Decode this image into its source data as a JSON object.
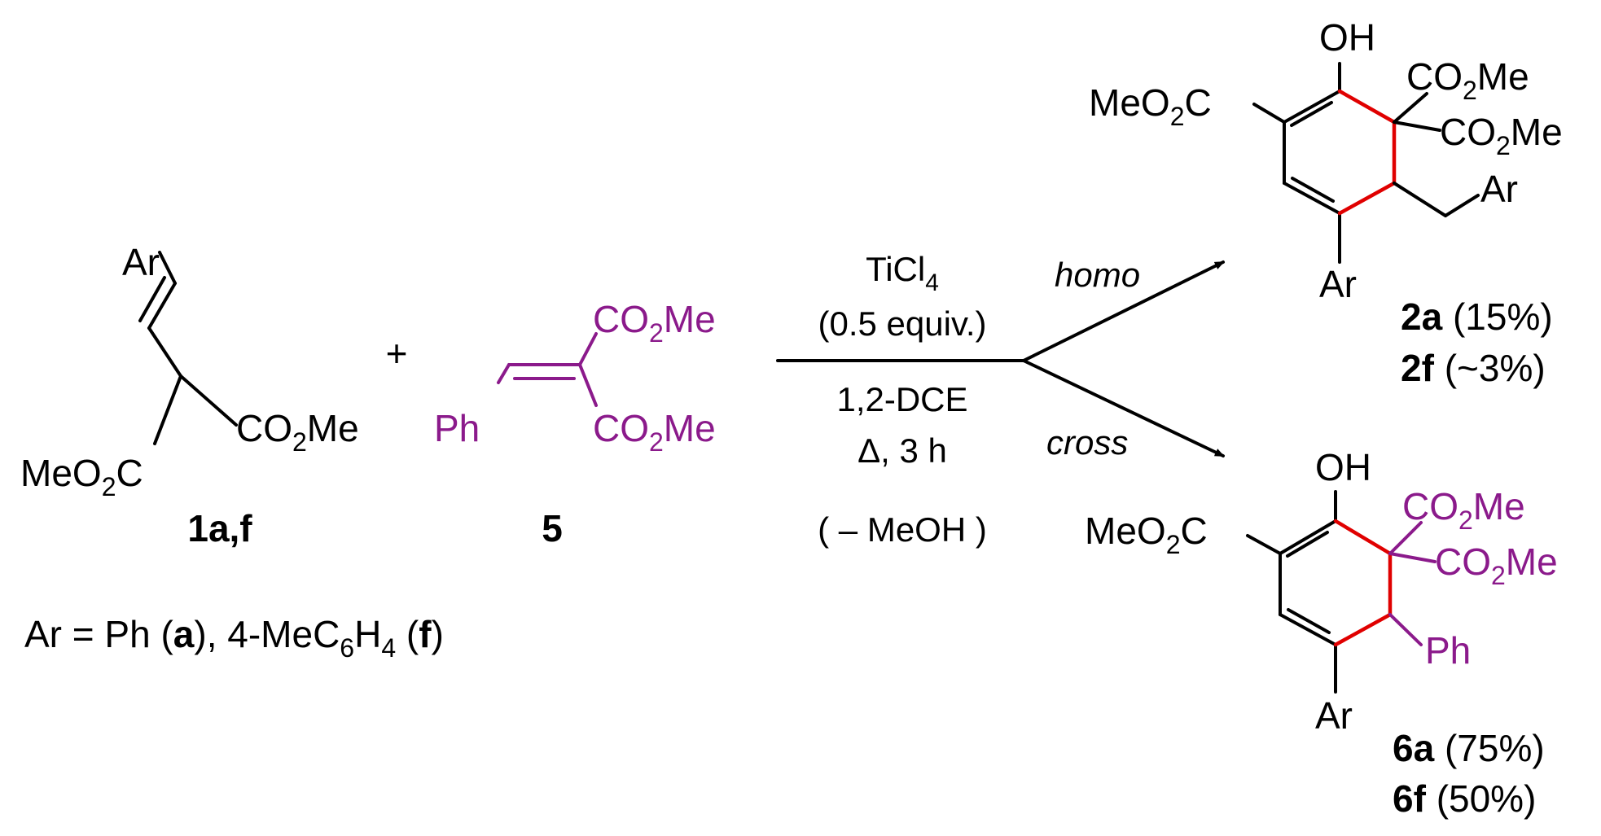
{
  "colors": {
    "ink": "#000000",
    "new_bond": "#e00000",
    "reagent_5": "#8b1a8b"
  },
  "reactant_1": {
    "ar": "Ar",
    "co2me": "CO2Me",
    "meo2c": "MeO2C",
    "label": "1a,f"
  },
  "plus": "+",
  "reactant_5": {
    "co2me_top": "CO2Me",
    "co2me_bottom": "CO2Me",
    "ph": "Ph",
    "label": "5"
  },
  "ar_definition": {
    "prefix": "Ar = Ph (",
    "a": "a",
    "middle": "), 4-MeC6H4 (",
    "f": "f",
    "suffix": ")"
  },
  "conditions": {
    "reagent": "TiCl4",
    "amount": "(0.5 equiv.)",
    "solvent": "1,2-DCE",
    "heat": "Δ, 3 h",
    "byproduct": "( – MeOH )"
  },
  "pathways": {
    "homo": "homo",
    "cross": "cross"
  },
  "product_2": {
    "oh": "OH",
    "meo2c": "MeO2C",
    "co2me_1": "CO2Me",
    "co2me_2": "CO2Me",
    "ar_benzyl": "Ar",
    "ar_ring": "Ar",
    "yield_a_label": "2a",
    "yield_a": "(15%)",
    "yield_f_label": "2f",
    "yield_f": "(~3%)"
  },
  "product_6": {
    "oh": "OH",
    "meo2c": "MeO2C",
    "co2me_1": "CO2Me",
    "co2me_2": "CO2Me",
    "ph": "Ph",
    "ar_ring": "Ar",
    "yield_a_label": "6a",
    "yield_a": "(75%)",
    "yield_f_label": "6f",
    "yield_f": "(50%)"
  }
}
